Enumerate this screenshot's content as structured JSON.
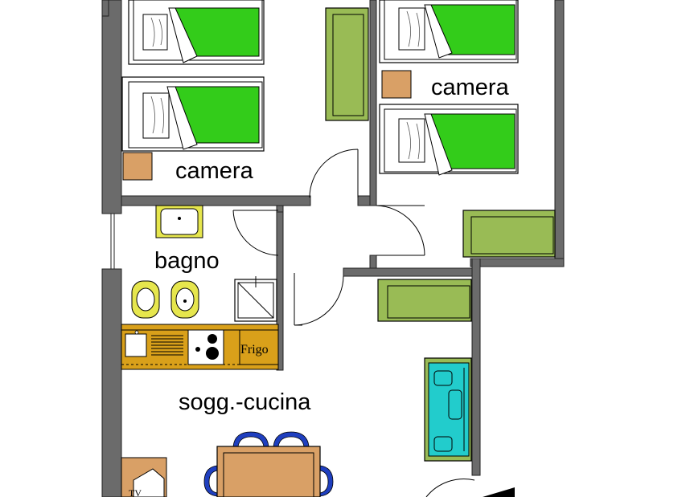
{
  "rooms": {
    "bedroom_left": "camera",
    "bedroom_right": "camera",
    "bathroom": "bagno",
    "living_kitchen": "sogg.-cucina"
  },
  "appliances": {
    "fridge": "Frigo",
    "tv": "TV"
  },
  "colors": {
    "wall": "#6b6b6b",
    "bed_cover": "#33cc1a",
    "furniture_olive": "#99bb55",
    "nightstand_tan": "#d9a066",
    "kitchen_counter": "#d9a01a",
    "sofa_cyan": "#22cccc",
    "sanitary_yellow": "#e6e64d",
    "chair_blue": "#1f3fbf",
    "table_tan": "#d9a066"
  }
}
